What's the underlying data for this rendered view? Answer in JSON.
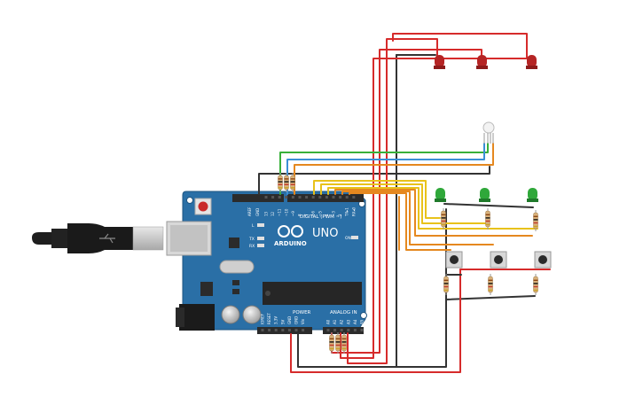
{
  "board": {
    "brand": "ARDUINO",
    "model": "UNO",
    "digital_label": "DIGITAL (PWM ~)",
    "power_label": "POWER",
    "analog_label": "ANALOG IN",
    "on_label": "ON",
    "l_label": "L",
    "tx_label": "TX",
    "rx_label": "RX",
    "aref_label": "AREF",
    "gnd_label": "GND",
    "digital_pins": [
      "13",
      "12",
      "~11",
      "~10",
      "~9",
      "8",
      "7",
      "~6",
      "~5",
      "4",
      "~3",
      "2",
      "TX▸1",
      "RX◂0"
    ],
    "power_pins": [
      "IOREF",
      "RESET",
      "3.3V",
      "5V",
      "GND",
      "GND",
      "Vin"
    ],
    "analog_pins": [
      "A0",
      "A1",
      "A2",
      "A3",
      "A4",
      "A5"
    ]
  },
  "colors": {
    "board": "#2a6fa6",
    "board_dark": "#1f5580",
    "header": "#2b2b2b",
    "wire_red": "#d62b2b",
    "wire_black": "#333333",
    "wire_yellow": "#e8c21b",
    "wire_orange": "#e5881f",
    "wire_green": "#38b03a",
    "wire_blue": "#3a8fd6",
    "led_red": "#b52424",
    "led_green": "#2fa83a",
    "resistor": "#d9b17a"
  }
}
